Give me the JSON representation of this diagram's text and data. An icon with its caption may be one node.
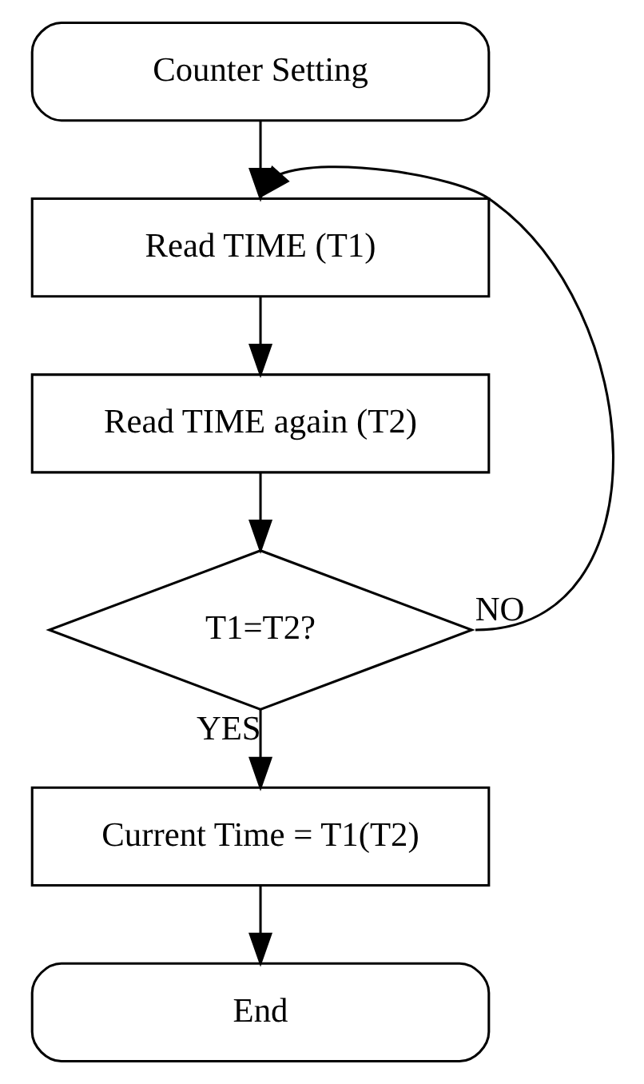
{
  "diagram": {
    "nodes": [
      {
        "text": [
          "Counter Setting"
        ]
      },
      {
        "text": [
          "Read TIME (T1)"
        ]
      },
      {
        "text": [
          "Read TIME again (T2)"
        ]
      },
      {
        "text": [
          "T1=T2?"
        ]
      },
      {
        "text": [
          "Current Time = T1(T2)"
        ]
      },
      {
        "text": [
          "End"
        ]
      }
    ],
    "edges": [
      {
        "from": 0,
        "to": 1,
        "arrow": "to"
      },
      {
        "from": 1,
        "to": 2,
        "arrow": "to"
      },
      {
        "from": 2,
        "to": 3,
        "arrow": "to"
      },
      {
        "from": 3,
        "to": 1,
        "arrow": "to",
        "label": "NO"
      },
      {
        "from": 3,
        "to": 4,
        "arrow": "to",
        "label": "YES"
      },
      {
        "from": 4,
        "to": 5,
        "arrow": "to"
      }
    ]
  }
}
